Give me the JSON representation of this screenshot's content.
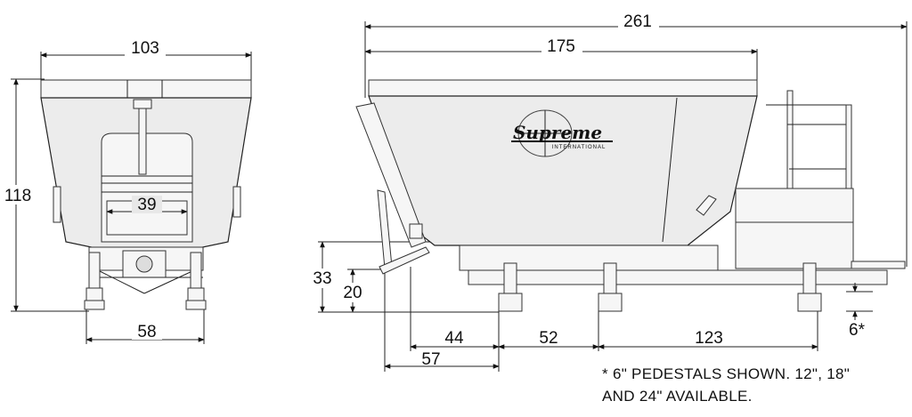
{
  "dimensions": {
    "front_top_width": "103",
    "front_height": "118",
    "front_window": "39",
    "front_base_width": "58",
    "side_overall": "261",
    "side_box": "175",
    "side_frame_height": "33",
    "side_pedestal_height": "20",
    "side_a": "44",
    "side_b": "52",
    "side_c": "123",
    "side_d": "57",
    "side_pedestal": "6*"
  },
  "logo": {
    "brand": "Supreme",
    "sub": "INTERNATIONAL"
  },
  "note": {
    "line1": "* 6\" PEDESTALS SHOWN. 12\", 18\"",
    "line2": "AND 24\" AVAILABLE."
  }
}
